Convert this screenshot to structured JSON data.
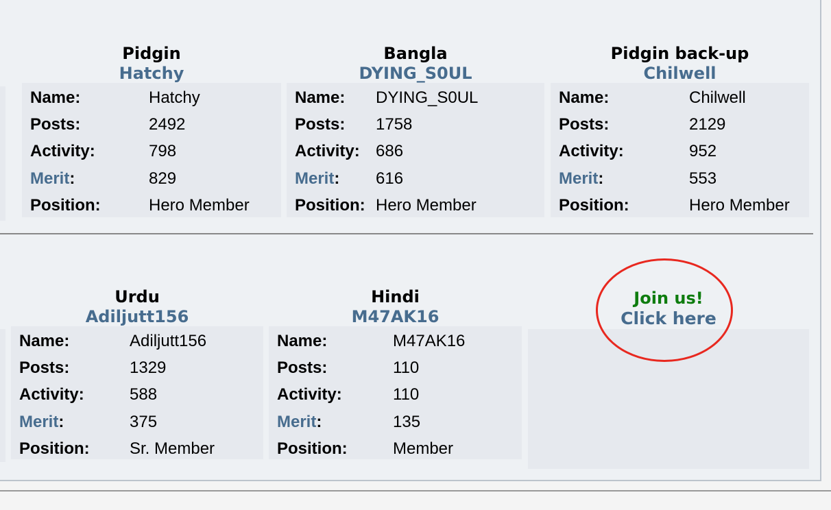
{
  "teams": {
    "row1": [
      {
        "language": "Pidgin",
        "manager": "Hatchy",
        "labels": {
          "name": "Name:",
          "posts": "Posts:",
          "activity": "Activity:",
          "merit": "Merit",
          "position": "Position:"
        },
        "values": {
          "name": "Hatchy",
          "posts": "2492",
          "activity": "798",
          "merit": "829",
          "position": "Hero Member"
        }
      },
      {
        "language": "Bangla",
        "manager": "DYING_S0UL",
        "labels": {
          "name": "Name:",
          "posts": "Posts:",
          "activity": "Activity:",
          "merit": "Merit",
          "position": "Position:"
        },
        "values": {
          "name": "DYING_S0UL",
          "posts": "1758",
          "activity": "686",
          "merit": "616",
          "position": "Hero Member"
        }
      },
      {
        "language": "Pidgin back-up",
        "manager": "Chilwell",
        "labels": {
          "name": "Name:",
          "posts": "Posts:",
          "activity": "Activity:",
          "merit": "Merit",
          "position": "Position:"
        },
        "values": {
          "name": "Chilwell",
          "posts": "2129",
          "activity": "952",
          "merit": "553",
          "position": "Hero Member"
        }
      }
    ],
    "row2": [
      {
        "language": "Urdu",
        "manager": "Adiljutt156",
        "labels": {
          "name": "Name:",
          "posts": "Posts:",
          "activity": "Activity:",
          "merit": "Merit",
          "position": "Position:"
        },
        "values": {
          "name": "Adiljutt156",
          "posts": "1329",
          "activity": "588",
          "merit": "375",
          "position": "Sr. Member"
        }
      },
      {
        "language": "Hindi",
        "manager": "M47AK16",
        "labels": {
          "name": "Name:",
          "posts": "Posts:",
          "activity": "Activity:",
          "merit": "Merit",
          "position": "Position:"
        },
        "values": {
          "name": "M47AK16",
          "posts": "110",
          "activity": "110",
          "merit": "135",
          "position": "Member"
        }
      }
    ]
  },
  "colon": ":",
  "join": {
    "line1": "Join us!",
    "line2": "Click here"
  },
  "colors": {
    "link": "#476c8e",
    "join_green": "#0e7c0e",
    "highlight_circle": "#e8281f",
    "card_bg": "#e6e9ee",
    "panel_bg": "#eef1f4"
  }
}
